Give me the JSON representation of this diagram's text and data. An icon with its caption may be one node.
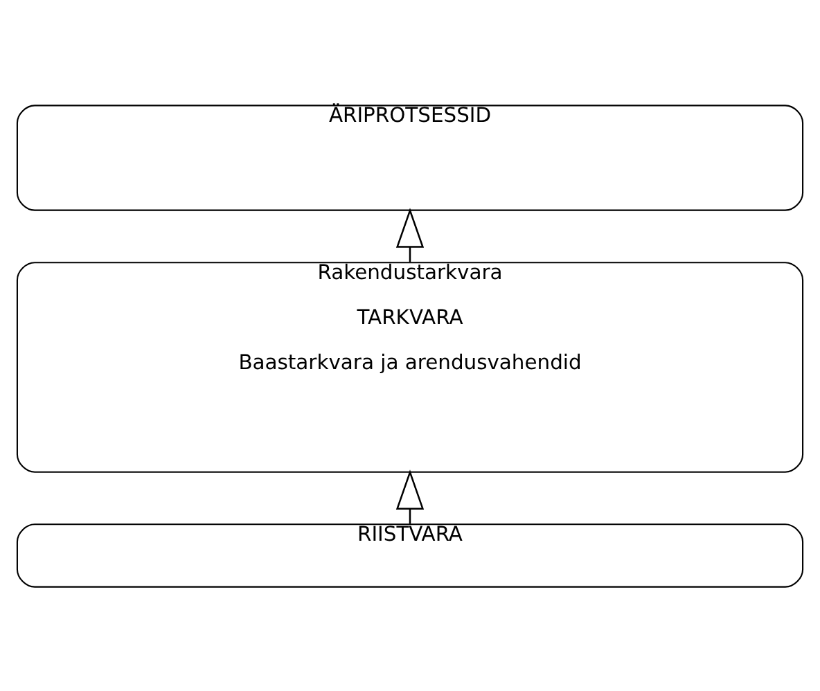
{
  "diagram": {
    "nodes": [
      {
        "text": [
          "ÄRIPROTSESSID"
        ]
      },
      {
        "text": [
          "Rakendustarkvara",
          "TARKVARA",
          "Baastarkvara ja arendusvahendid"
        ]
      },
      {
        "text": [
          "RIISTVARA"
        ]
      }
    ],
    "edges": [
      {
        "from": 2,
        "to": 1,
        "arrow": "to"
      },
      {
        "from": 1,
        "to": 0,
        "arrow": "to"
      }
    ]
  }
}
